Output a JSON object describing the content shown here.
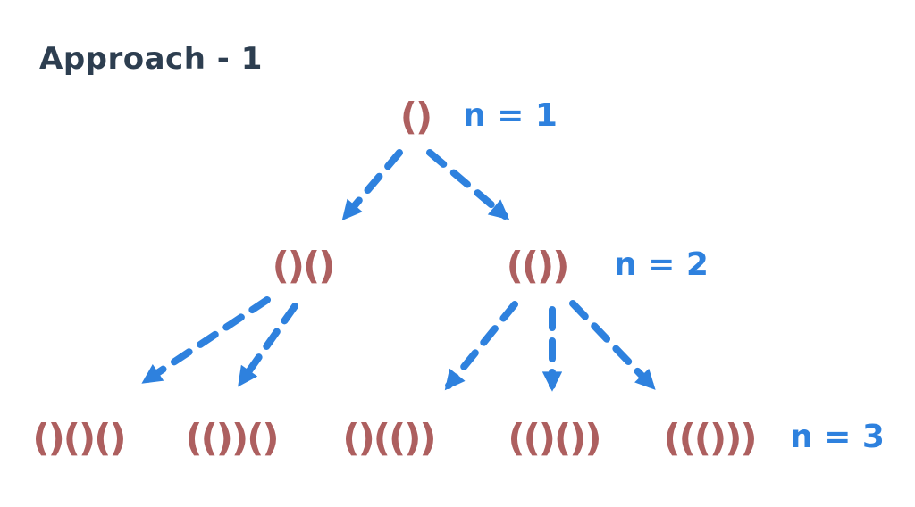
{
  "title": "Approach - 1",
  "colors": {
    "background": "#ffffff",
    "title_text": "#2d3e50",
    "parentheses": "#ad5f5f",
    "accent_blue": "#2e81de"
  },
  "tree": {
    "levels": [
      {
        "label": "n = 1",
        "nodes": [
          "()"
        ]
      },
      {
        "label": "n = 2",
        "nodes": [
          "()()",
          "(())"
        ]
      },
      {
        "label": "n = 3",
        "nodes": [
          "()()()",
          "(())()",
          "()(())",
          "(()())",
          "((()))"
        ]
      }
    ],
    "edges": [
      {
        "from": "()",
        "to": "()()"
      },
      {
        "from": "()",
        "to": "(())"
      },
      {
        "from": "()()",
        "to": "()()()"
      },
      {
        "from": "()()",
        "to": "(())()"
      },
      {
        "from": "(())",
        "to": "()(())"
      },
      {
        "from": "(())",
        "to": "(()())"
      },
      {
        "from": "(())",
        "to": "((()))"
      }
    ],
    "edge_style": "dashed-arrow"
  }
}
